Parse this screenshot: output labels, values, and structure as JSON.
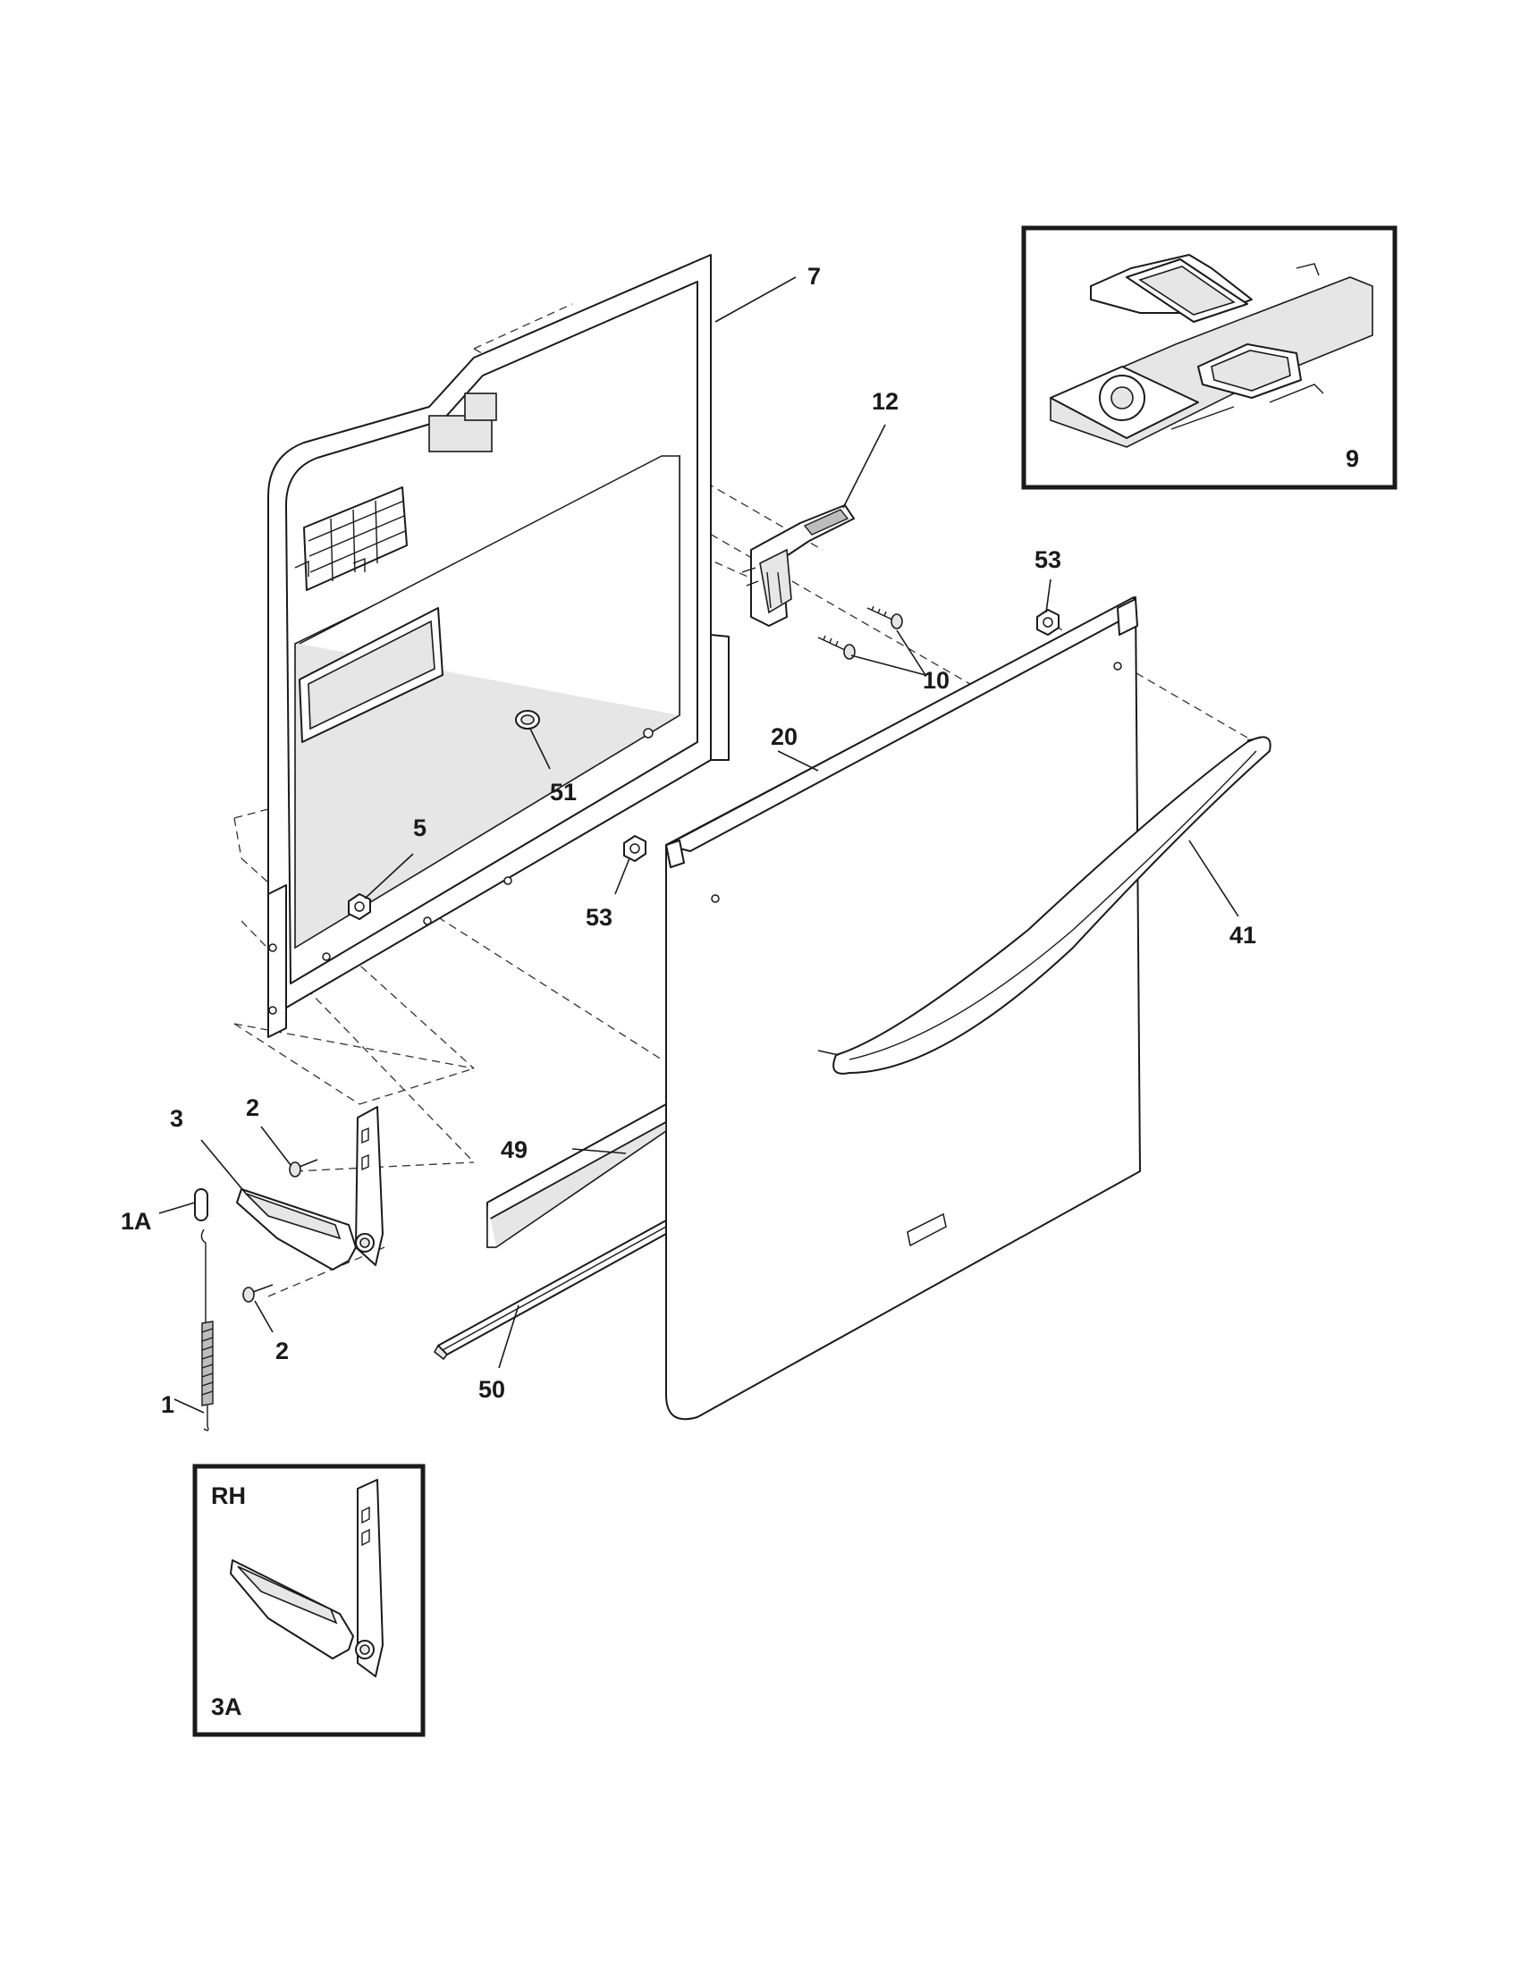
{
  "callouts": {
    "c7": "7",
    "c12": "12",
    "c9": "9",
    "c53a": "53",
    "c10": "10",
    "c20": "20",
    "c51": "51",
    "c5": "5",
    "c53b": "53",
    "c41": "41",
    "c3": "3",
    "c2a": "2",
    "c49": "49",
    "c1a": "1A",
    "c2b": "2",
    "c1": "1",
    "c50": "50"
  },
  "inset_rh": {
    "side": "RH",
    "part": "3A"
  }
}
